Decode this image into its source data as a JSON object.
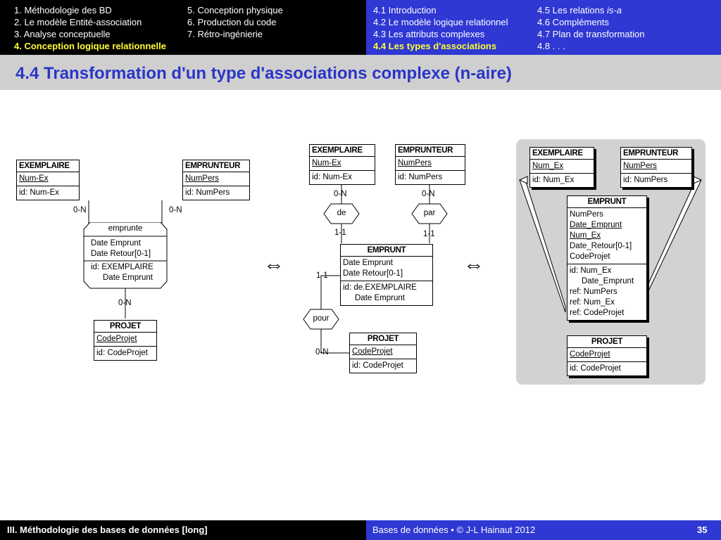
{
  "header": {
    "left_col1": [
      "1. Méthodologie des BD",
      "2. Le modèle Entité-association",
      "3. Analyse conceptuelle",
      "4. Conception logique relationnelle"
    ],
    "left_col2": [
      "5. Conception physique",
      "6. Production du code",
      "7. Rétro-ingénierie"
    ],
    "right_col1": [
      "4.1 Introduction",
      "4.2 Le modèle logique relationnel",
      "4.3 Les attributs complexes",
      "4.4 Les types d'associations"
    ],
    "right_col2_prefix": "4.5 Les relations ",
    "right_col2_italic": "is-a",
    "right_col2": [
      "4.6 Compléments",
      "4.7 Plan de transformation",
      "4.8 . . ."
    ]
  },
  "title": "4.4 Transformation d'un type d'associations complexe (n-aire)",
  "diagram1": {
    "exemplaire": {
      "name": "EXEMPLAIRE",
      "key": "Num-Ex",
      "id": "id: Num-Ex"
    },
    "emprunteur": {
      "name": "EMPRUNTEUR",
      "key": "NumPers",
      "id": "id: NumPers"
    },
    "relation": {
      "name": "emprunte",
      "attr1": "Date Emprunt",
      "attr2": "Date Retour[0-1]",
      "id1": "id: EXEMPLAIRE",
      "id2": "Date Emprunt"
    },
    "projet": {
      "name": "PROJET",
      "key": "CodeProjet",
      "id": "id: CodeProjet"
    },
    "card_left": "0-N",
    "card_right": "0-N",
    "card_bottom": "0-N"
  },
  "diagram2": {
    "exemplaire": {
      "name": "EXEMPLAIRE",
      "key": "Num-Ex",
      "id": "id: Num-Ex"
    },
    "emprunteur": {
      "name": "EMPRUNTEUR",
      "key": "NumPers",
      "id": "id: NumPers"
    },
    "emprunt": {
      "name": "EMPRUNT",
      "attr1": "Date Emprunt",
      "attr2": "Date Retour[0-1]",
      "id1": "id: de.EXEMPLAIRE",
      "id2": "Date Emprunt"
    },
    "projet": {
      "name": "PROJET",
      "key": "CodeProjet",
      "id": "id: CodeProjet"
    },
    "rel_de": "de",
    "rel_par": "par",
    "rel_pour": "pour",
    "card_de_top": "0-N",
    "card_de_bottom": "1-1",
    "card_par_top": "0-N",
    "card_par_bottom": "1-1",
    "card_pour_top": "1-1",
    "card_pour_bottom": "0-N"
  },
  "diagram3": {
    "exemplaire": {
      "name": "EXEMPLAIRE",
      "key": "Num_Ex",
      "id": "id: Num_Ex"
    },
    "emprunteur": {
      "name": "EMPRUNTEUR",
      "key": "NumPers",
      "id": "id: NumPers"
    },
    "emprunt": {
      "name": "EMPRUNT",
      "a1": "NumPers",
      "a2": "Date_Emprunt",
      "a3": "Num_Ex",
      "a4": "Date_Retour[0-1]",
      "a5": "CodeProjet",
      "id1": "id: Num_Ex",
      "id2": "Date_Emprunt",
      "ref1": "ref: NumPers",
      "ref2": "ref: Num_Ex",
      "ref3": "ref: CodeProjet"
    },
    "projet": {
      "name": "PROJET",
      "key": "CodeProjet",
      "id": "id: CodeProjet"
    }
  },
  "equiv_symbol": "⇔",
  "footer": {
    "left": "III. Méthodologie des bases de données [long]",
    "center": "Bases de données • © J-L Hainaut  2012",
    "page": "35"
  }
}
